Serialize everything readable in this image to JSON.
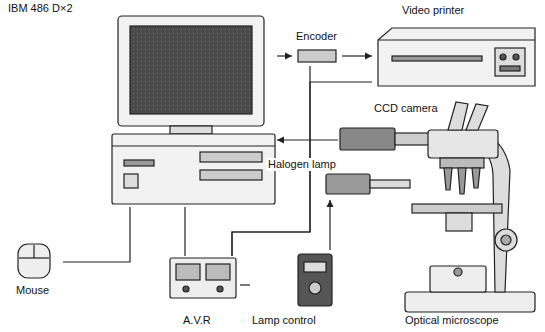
{
  "diagram": {
    "nodes": [
      {
        "text": [
          "IBM 486 D×2"
        ]
      },
      {
        "text": [
          "Mouse"
        ]
      },
      {
        "text": [
          "Encoder"
        ]
      },
      {
        "text": [
          "Video printer"
        ]
      },
      {
        "text": [
          "CCD camera"
        ]
      },
      {
        "text": [
          "Halogen lamp"
        ]
      },
      {
        "text": [
          "Optical microscope"
        ]
      },
      {
        "text": [
          "A.V.R"
        ]
      },
      {
        "text": [
          "Lamp control"
        ]
      }
    ],
    "edges": [
      {
        "from": 0,
        "to": 2,
        "arrow": "to"
      },
      {
        "from": 2,
        "to": 3,
        "arrow": "to"
      },
      {
        "from": 4,
        "to": 0,
        "arrow": "to"
      },
      {
        "from": 8,
        "to": 5,
        "arrow": "to"
      },
      {
        "from": 1,
        "to": 0,
        "arrow": "none"
      },
      {
        "from": 7,
        "to": 0,
        "arrow": "none"
      },
      {
        "from": 7,
        "to": 2,
        "arrow": "none"
      },
      {
        "from": 7,
        "to": 3,
        "arrow": "none"
      },
      {
        "from": 7,
        "to": 8,
        "arrow": "none"
      }
    ]
  }
}
